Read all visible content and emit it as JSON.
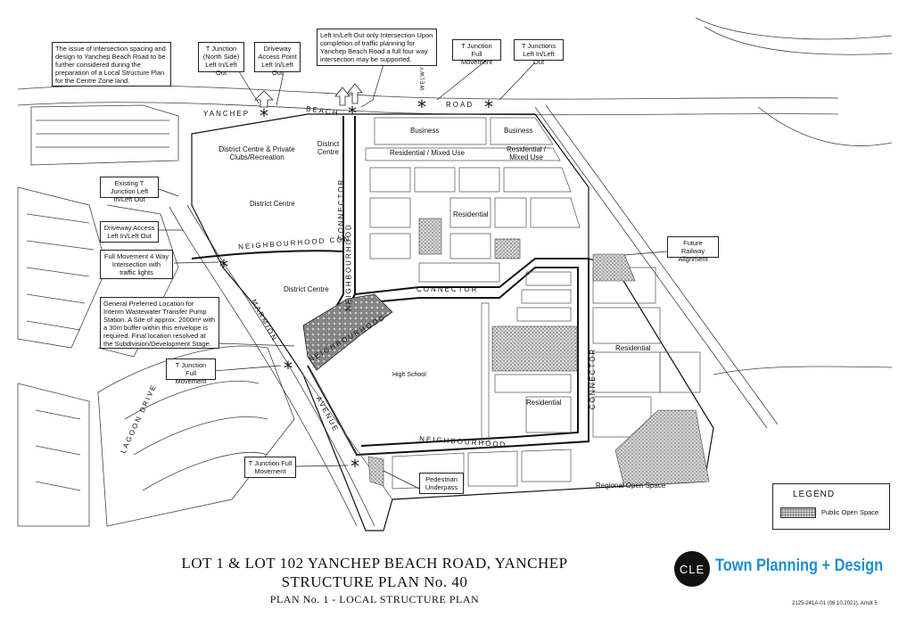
{
  "roads": {
    "yanchep": "YANCHEP",
    "beach": "BEACH",
    "road": "ROAD",
    "welwyn": "WELWYN",
    "neighbourhood_con": "NEIGHBOURHOOD CON",
    "connector_v": "CONNECTOR",
    "neighbourhood_v": "NEIGHBOURHOOD",
    "connector_mid": "CONNECTOR",
    "connector_right": "CONNECTOR",
    "neighbourhood_low": "NEIGHBOURHOOD",
    "neighbourhood_diag": "NEIGHBOURHOOD",
    "marmion": "MARMION",
    "avenue": "AVENUE",
    "lagoon_drive": "LAGOON DRIVE"
  },
  "areas": {
    "business_1": "Business",
    "business_2": "Business",
    "district_centre_private": "District Centre & Private Clubs/Recreation",
    "district_centre_small": "District Centre",
    "res_mixed_1": "Residential / Mixed Use",
    "res_mixed_2": "Residential / Mixed Use",
    "district_centre_2": "District Centre",
    "district_centre_3": "District Centre",
    "residential_1": "Residential",
    "residential_2": "Residential",
    "residential_3": "Residential",
    "high_school": "High School",
    "regional_open_space": "Regional Open Space"
  },
  "notes": {
    "intersection_spacing": "The issue of intersection spacing and design to Yanchep Beach Road to be further considered during the preparation of a Local Structure Plan for the Centre Zone land.",
    "t_junction_north": "T Junction (North Side) Left In/Left Out",
    "driveway_access_point": "Driveway Access Point Left In/Left Out",
    "left_in_left_out_only": "Left In/Left Out only Intersection Upon completion of traffic planning for Yanchep Beach Road a full four way intersection may be supported.",
    "t_junction_full_top": "T Junction Full Movement",
    "t_junctions_left": "T Junctions Left In/Left Out",
    "existing_t_junction": "Existing T Junction Left In/Left Out",
    "driveway_access": "Driveway Access Left In/Left Out",
    "full_movement_4way": "Full Movement 4 Way Intersection with traffic lights",
    "future_railway": "Future Railway Alignment",
    "pump_station": "General Preferred Location for Interim Wastewater Transfer Pump Station. A Site of approx. 2000m² with a 30m buffer within this envelope is required. Final location resolved at the Subdivision/Development Stage.",
    "t_junction_full_mid": "T Junction Full Movement",
    "t_junction_full_low": "T Junction Full Movement",
    "pedestrian_underpass": "Pedestrian Underpass"
  },
  "legend": {
    "title": "LEGEND",
    "public_open_space": "Public Open Space"
  },
  "title_block": {
    "line1": "LOT 1 & LOT 102 YANCHEP BEACH ROAD, YANCHEP",
    "line2": "STRUCTURE PLAN No. 40",
    "line3": "PLAN No. 1 - LOCAL STRUCTURE PLAN",
    "logo_mark": "CLE",
    "logo_text": "Town Planning + Design",
    "doc_ref": "2125-241A-01 (06.10.2021), Amdt 5",
    "brand_color": "#1d8fd0"
  }
}
